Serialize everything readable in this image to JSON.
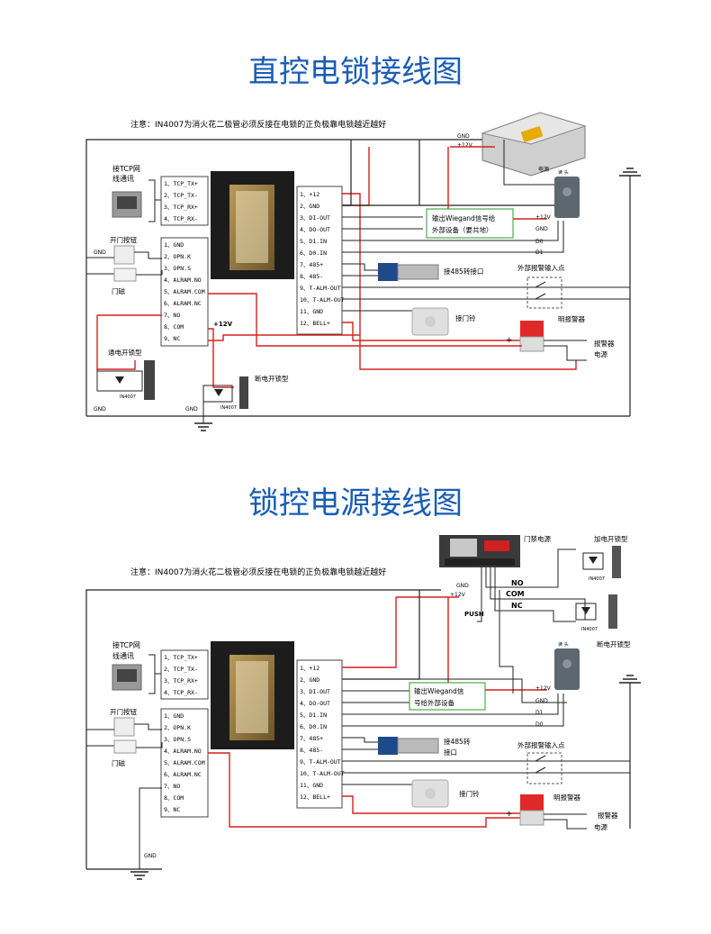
{
  "d1": {
    "title": "直控电锁接线图",
    "note": "注意：IN4007为消火花二极管必须反接在电锁的正负极靠电锁越近越好",
    "tcp_label": [
      "接TCP网",
      "线通讯"
    ],
    "tcp_pins": [
      "1、TCP_TX+",
      "2、TCP_TX-",
      "3、TCP_RX+",
      "4、TCP_RX-"
    ],
    "io_pins": [
      "1、GND",
      "2、OPN.K",
      "3、OPN.S",
      "4、ALRAM.NO",
      "5、ALRAM.COM",
      "6、ALRAM.NC",
      "7、NO",
      "8、COM",
      "9、NC"
    ],
    "right_pins": [
      "1、+12",
      "2、GND",
      "3、DI-OUT",
      "4、DO-OUT",
      "5、D1.IN",
      "6、D0.IN",
      "7、485+",
      "8、485-",
      "9、T-ALM-OUT",
      "10、T-ALM-OUT",
      "11、GND",
      "12、BELL+"
    ],
    "button_label": "开门按钮",
    "door_label": "门磁",
    "lock1_label": "通电开锁型",
    "lock2_label": "断电开锁型",
    "diode": "IN4007",
    "gnd": "GND",
    "v12": "+12V",
    "power_label": "电源",
    "wiegand_label": [
      "输出Wiegand信号给",
      "外部设备（要共地）"
    ],
    "rs485_label": "接485转接口",
    "alarm_in_label": "外部报警输入点",
    "bell_label": "接门铃",
    "strobe_label": "明报警器",
    "alarm_power": [
      "报警器",
      "电源"
    ],
    "reader_text": "读 头",
    "d1": "D1",
    "d0": "D0",
    "plus": "+",
    "minus": "-"
  },
  "d2": {
    "title": "锁控电源接线图",
    "note": "注意：IN4007为消火花二极管必须反接在电锁的正负极靠电锁越近越好",
    "tcp_label": [
      "接TCP网",
      "线通讯"
    ],
    "tcp_pins": [
      "1、TCP_TX+",
      "2、TCP_TX-",
      "3、TCP_RX+",
      "4、TCP_RX-"
    ],
    "io_pins": [
      "1、GND",
      "2、OPN.K",
      "3、OPN.S",
      "4、ALRAM.NO",
      "5、ALRAM.COM",
      "6、ALRAM.NC",
      "7、NO",
      "8、COM",
      "9、NC"
    ],
    "right_pins": [
      "1、+12",
      "2、GND",
      "3、DI-OUT",
      "4、DO-OUT",
      "5、D1.IN",
      "6、D0.IN",
      "7、485+",
      "8、485-",
      "9、T-ALM-OUT",
      "10、T-ALM-OUT",
      "11、GND",
      "12、BELL+"
    ],
    "button_label": "开门按钮",
    "door_label": "门磁",
    "psu_label": "门禁电源",
    "lock1_label": "加电开锁型",
    "lock2_label": "断电开锁型",
    "diode": "IN4007",
    "gnd": "GND",
    "v12": "+12V",
    "push": "PUSH",
    "no": "NO",
    "com": "COM",
    "nc": "NC",
    "wiegand_label": [
      "输出Wiegand信",
      "号给外部设备"
    ],
    "rs485_label": [
      "接485转",
      "接口"
    ],
    "alarm_in_label": "外部报警输入点",
    "bell_label": "接门铃",
    "strobe_label": "明报警器",
    "alarm_power": [
      "报警器",
      "电源"
    ],
    "reader_text": "读 头",
    "d1": "D1",
    "d0": "D0",
    "plus": "+",
    "minus": "-"
  },
  "colors": {
    "title": "#1a5db5",
    "red_wire": "#d42020",
    "wire": "#222222",
    "label_box": "#2a9a2a"
  }
}
